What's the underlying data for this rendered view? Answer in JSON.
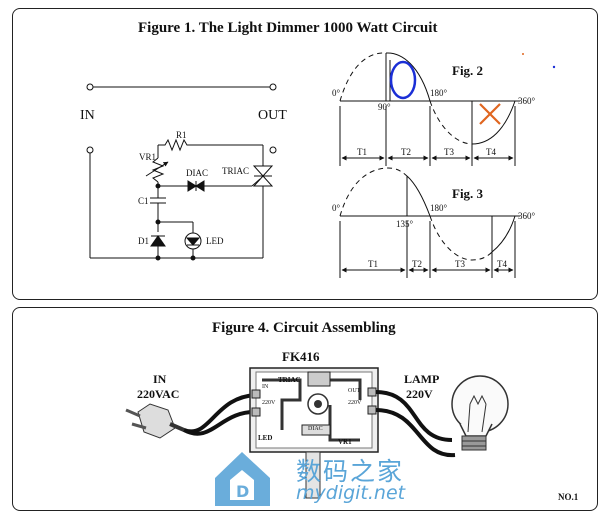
{
  "figure1": {
    "title": "Figure 1. The Light Dimmer 1000 Watt Circuit",
    "in_label": "IN",
    "out_label": "OUT",
    "components": {
      "r1": "R1",
      "vr1": "VR1",
      "diac": "DIAC",
      "triac": "TRIAC",
      "c1": "C1",
      "d1": "D1",
      "led": "LED"
    }
  },
  "fig2": {
    "title": "Fig. 2",
    "angles": {
      "a0": "0°",
      "a90": "90°",
      "a180": "180°",
      "a360": "360°"
    },
    "intervals": [
      "T1",
      "T2",
      "T3",
      "T4"
    ],
    "annotation_colors": {
      "circle": "#1b2fd6",
      "cross": "#e0661f"
    }
  },
  "fig3": {
    "title": "Fig. 3",
    "angles": {
      "a0": "0°",
      "a135": "135°",
      "a180": "180°",
      "a360": "360°"
    },
    "intervals": [
      "T1",
      "T2",
      "T3",
      "T4"
    ]
  },
  "figure4": {
    "title": "Figure 4. Circuit Assembling",
    "kit_name": "FK416",
    "in_label": "IN",
    "in_voltage": "220VAC",
    "lamp_label": "LAMP",
    "lamp_voltage": "220V",
    "board_labels": {
      "triac": "TRIAC",
      "in_left": "IN",
      "v220_left": "220V",
      "out_right": "OUT",
      "v220_right": "220V",
      "led": "LED",
      "vr1": "VR1",
      "diac": "DIAC"
    },
    "page_number": "NO.1"
  },
  "watermark": {
    "cn_text": "数码之家",
    "url": "mydigit.net",
    "color": "#5aa5d8"
  }
}
